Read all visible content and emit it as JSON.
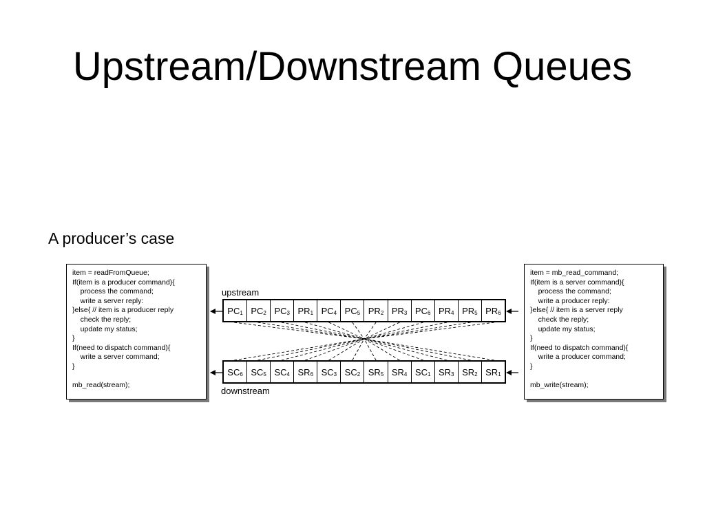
{
  "title": "Upstream/Downstream Queues",
  "subtitle": "A producer’s case",
  "left_code": [
    "item = readFromQueue;",
    "If(item is a producer command){",
    "    process the command;",
    "    write a server reply:",
    "}else{ // item is a producer reply",
    "    check the reply;",
    "    update my status;",
    "}",
    "If(need to dispatch command){",
    "    write a server command;",
    "}",
    "",
    "mb_read(stream);"
  ],
  "right_code": [
    "item = mb_read_command;",
    "If(item is a server command){",
    "    process the command;",
    "    write a producer reply:",
    "}else{ // item is a server reply",
    "    check the reply;",
    "    update my status;",
    "}",
    "If(need to dispatch command){",
    "    write a producer command;",
    "}",
    "",
    "mb_write(stream);"
  ],
  "upstream": {
    "label": "upstream",
    "cells": [
      {
        "base": "PC",
        "sub": "1"
      },
      {
        "base": "PC",
        "sub": "2"
      },
      {
        "base": "PC",
        "sub": "3"
      },
      {
        "base": "PR",
        "sub": "1"
      },
      {
        "base": "PC",
        "sub": "4"
      },
      {
        "base": "PC",
        "sub": "5"
      },
      {
        "base": "PR",
        "sub": "2"
      },
      {
        "base": "PR",
        "sub": "3"
      },
      {
        "base": "PC",
        "sub": "6"
      },
      {
        "base": "PR",
        "sub": "4"
      },
      {
        "base": "PR",
        "sub": "5"
      },
      {
        "base": "PR",
        "sub": "6"
      }
    ]
  },
  "downstream": {
    "label": "downstream",
    "cells": [
      {
        "base": "SC",
        "sub": "6"
      },
      {
        "base": "SC",
        "sub": "5"
      },
      {
        "base": "SC",
        "sub": "4"
      },
      {
        "base": "SR",
        "sub": "6"
      },
      {
        "base": "SC",
        "sub": "3"
      },
      {
        "base": "SC",
        "sub": "2"
      },
      {
        "base": "SR",
        "sub": "5"
      },
      {
        "base": "SR",
        "sub": "4"
      },
      {
        "base": "SC",
        "sub": "1"
      },
      {
        "base": "SR",
        "sub": "3"
      },
      {
        "base": "SR",
        "sub": "2"
      },
      {
        "base": "SR",
        "sub": "1"
      }
    ]
  }
}
